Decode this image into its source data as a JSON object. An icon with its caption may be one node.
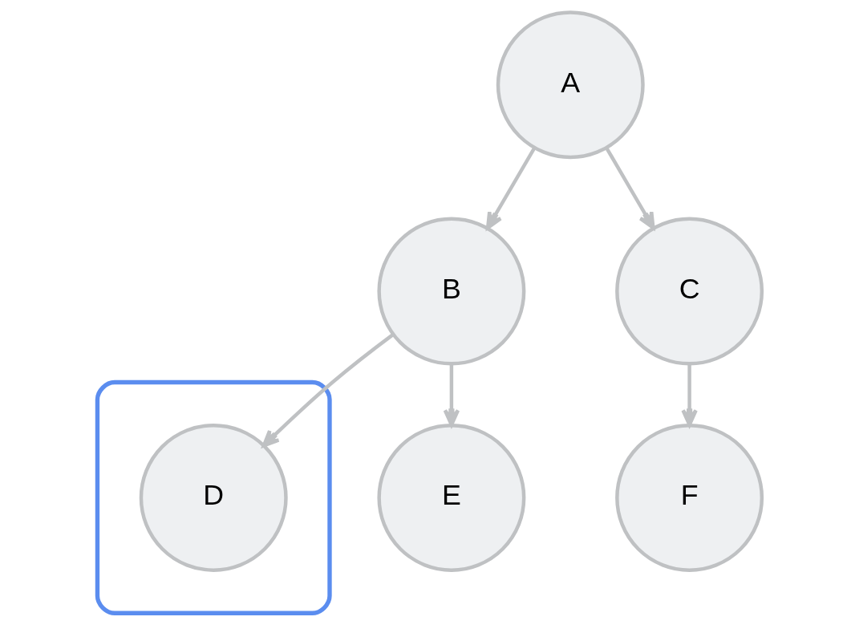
{
  "diagram": {
    "nodes": [
      {
        "text": [
          "A"
        ]
      },
      {
        "text": [
          "B"
        ]
      },
      {
        "text": [
          "C"
        ]
      },
      {
        "text": [],
        "shape": "box"
      },
      {
        "text": [
          "D"
        ],
        "in": 3
      },
      {
        "text": [
          "E"
        ]
      },
      {
        "text": [
          "F"
        ]
      }
    ],
    "edges": [
      {
        "from": 0,
        "to": 1,
        "arrow": "to"
      },
      {
        "from": 0,
        "to": 2,
        "arrow": "to"
      },
      {
        "from": 1,
        "to": 4,
        "arrow": "to"
      },
      {
        "from": 1,
        "to": 5,
        "arrow": "to"
      },
      {
        "from": 2,
        "to": 6,
        "arrow": "to"
      }
    ]
  }
}
